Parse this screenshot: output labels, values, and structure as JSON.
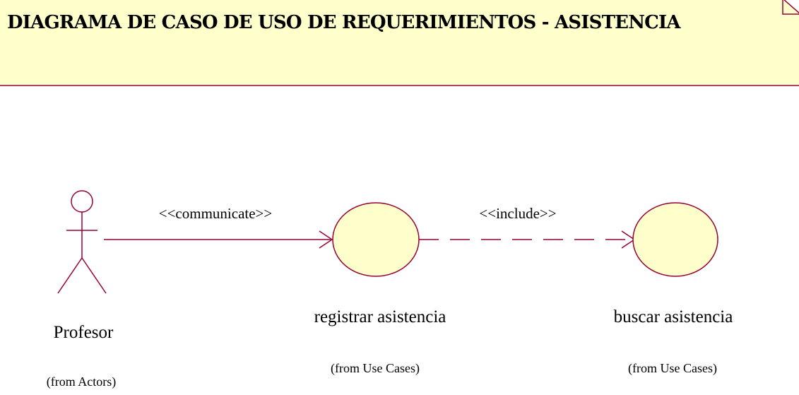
{
  "note": {
    "title": "DIAGRAMA DE CASO DE USO DE REQUERIMIENTOS - ASISTENCIA"
  },
  "actor": {
    "name": "Profesor",
    "origin": "(from Actors)"
  },
  "use_cases": [
    {
      "name": "registrar asistencia",
      "origin": "(from Use Cases)"
    },
    {
      "name": "buscar asistencia",
      "origin": "(from Use Cases)"
    }
  ],
  "relations": [
    {
      "stereotype": "<<communicate>>",
      "style": "solid"
    },
    {
      "stereotype": "<<include>>",
      "style": "dashed"
    }
  ],
  "colors": {
    "line": "#990033",
    "fill": "#ffffcc"
  }
}
